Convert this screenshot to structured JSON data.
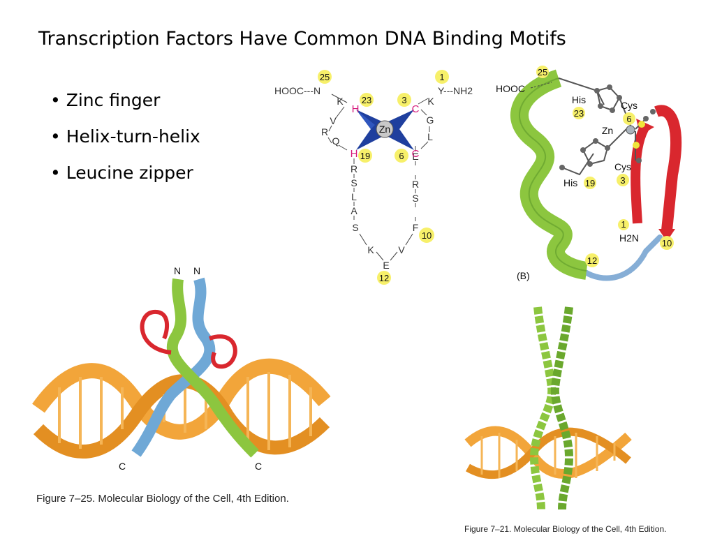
{
  "slide": {
    "title": "Transcription Factors  Have Common DNA Binding Motifs",
    "bullets": [
      {
        "marker": "•",
        "text": "Zinc finger"
      },
      {
        "marker": "•",
        "text": "Helix-turn-helix"
      },
      {
        "marker": "•",
        "text": "Leucine zipper"
      }
    ]
  },
  "zinc_finger_sequence": {
    "cterm": "HOOC---N",
    "nterm": "Y---NH2",
    "metal": "Zn",
    "residues": {
      "k_left": "K",
      "h23": "H",
      "v": "V",
      "r": "R",
      "q": "Q",
      "h19": "H",
      "left_chain": [
        "R",
        "S",
        "L",
        "A",
        "S"
      ],
      "k_bottom": "K",
      "e": "E",
      "v_bottom": "V",
      "right_chain": [
        "E",
        "R",
        "S",
        "F"
      ],
      "c3": "C",
      "k_right": "K",
      "g": "G",
      "l": "L",
      "c6": "C"
    },
    "numbers": {
      "n25": "25",
      "n23": "23",
      "n19": "19",
      "n1": "1",
      "n3": "3",
      "n6": "6",
      "n10": "10",
      "n12": "12"
    }
  },
  "zinc_finger_structure": {
    "hooc": "HOOC",
    "his_top": "His",
    "his_top_num": "23",
    "cys_top": "Cys",
    "cys_top_num": "6",
    "zn": "Zn",
    "cys_bottom": "Cys",
    "cys_bottom_num": "3",
    "his_bottom": "His",
    "his_bottom_num": "19",
    "n1": "1",
    "h2n": "H2N",
    "n25": "25",
    "n10": "10",
    "n12": "12",
    "panel": "(B)"
  },
  "helix_turn_helix": {
    "n_left": "N",
    "n_right": "N",
    "c_left": "C",
    "c_right": "C"
  },
  "captions": {
    "left": "Figure 7–25. Molecular Biology of the Cell, 4th Edition.",
    "right": "Figure 7–21. Molecular Biology of the Cell, 4th Edition."
  },
  "colors": {
    "dna": "#f2a53a",
    "helix_green": "#8cc63f",
    "helix_blue": "#6fa8d6",
    "loop_red": "#d9272e",
    "number_highlight": "#f7f06a",
    "pink": "#d6187a"
  }
}
